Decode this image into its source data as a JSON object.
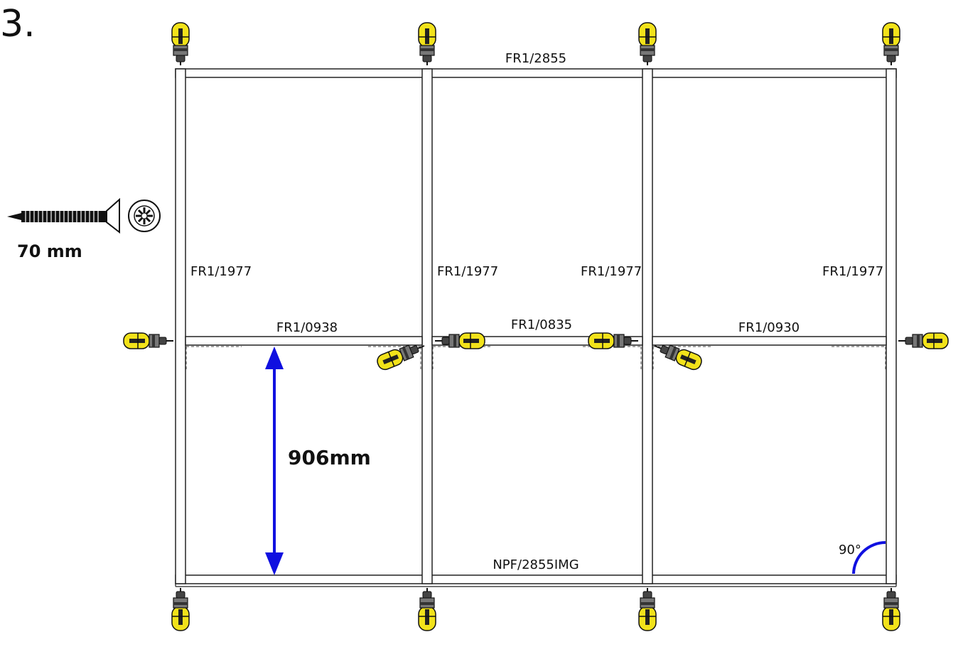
{
  "step_number": "3.",
  "screw": {
    "length_label": "70 mm",
    "icon": "screw-icon",
    "head": "pozidriv-head-icon"
  },
  "frame": {
    "top_rail": "FR1/2855",
    "bottom_rail": "NPF/2855IMG",
    "uprights": [
      "FR1/1977",
      "FR1/1977",
      "FR1/1977",
      "FR1/1977"
    ],
    "middle_rails": [
      "FR1/0938",
      "FR1/0835",
      "FR1/0930"
    ]
  },
  "dimension": {
    "value_label": "906mm",
    "color": "#1010e0"
  },
  "angle": {
    "label": "90°",
    "color": "#1010e0"
  },
  "tools": {
    "icon": "drill-icon",
    "body_color": "#f2e21a",
    "grip_color": "#555555"
  }
}
